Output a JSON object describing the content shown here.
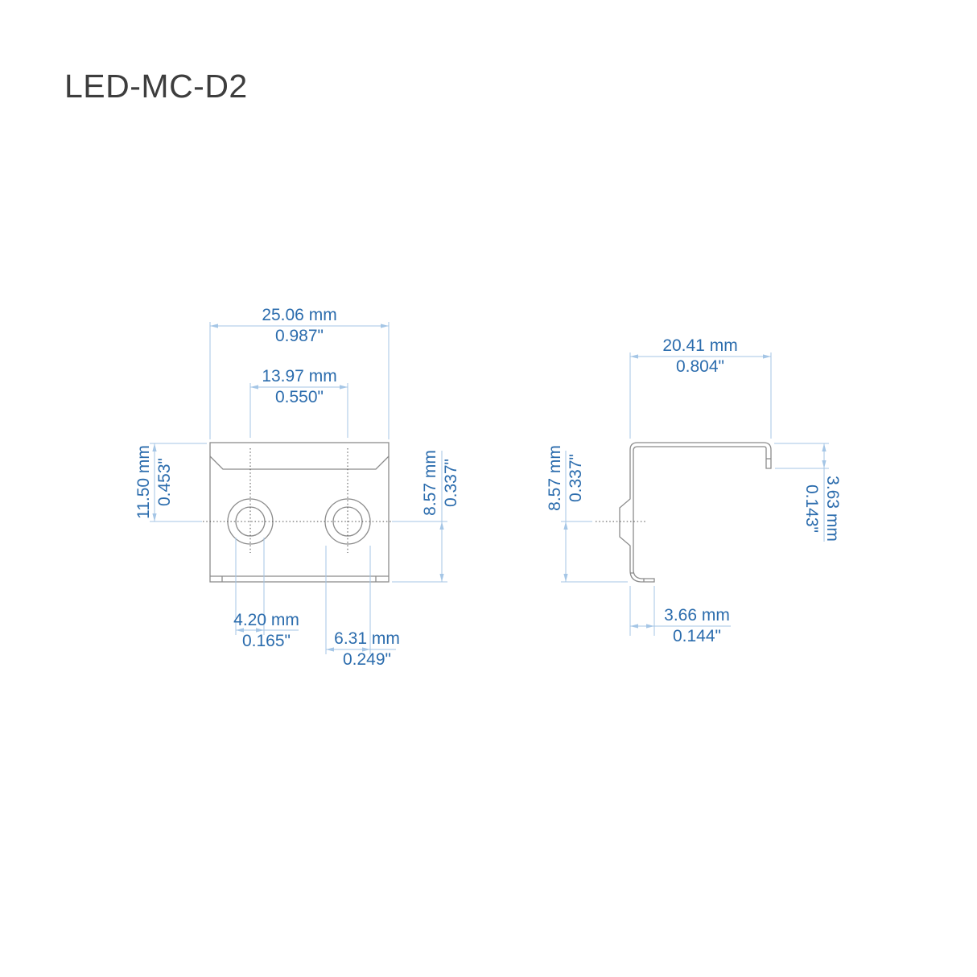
{
  "title": "LED-MC-D2",
  "colors": {
    "title_text": "#3d3d3d",
    "outline": "#8b8b8b",
    "centerline": "#4d4d4d",
    "dimension_line": "#a5c6e6",
    "dimension_text": "#2b6cad"
  },
  "dimensions": {
    "front_width": {
      "mm": "25.06 mm",
      "inch": "0.987\""
    },
    "front_hole_spacing": {
      "mm": "13.97 mm",
      "inch": "0.550\""
    },
    "front_height_left": {
      "mm": "11.50 mm",
      "inch": "0.453\""
    },
    "front_height_right": {
      "mm": "8.57 mm",
      "inch": "0.337\""
    },
    "front_hole_inner_diameter": {
      "mm": "4.20 mm",
      "inch": "0.165\""
    },
    "front_hole_outer_diameter": {
      "mm": "6.31 mm",
      "inch": "0.249\""
    },
    "side_width": {
      "mm": "20.41 mm",
      "inch": "0.804\""
    },
    "side_height": {
      "mm": "8.57 mm",
      "inch": "0.337\""
    },
    "side_lip_height": {
      "mm": "3.63 mm",
      "inch": "0.143\""
    },
    "side_foot_length": {
      "mm": "3.66 mm",
      "inch": "0.144\""
    }
  }
}
